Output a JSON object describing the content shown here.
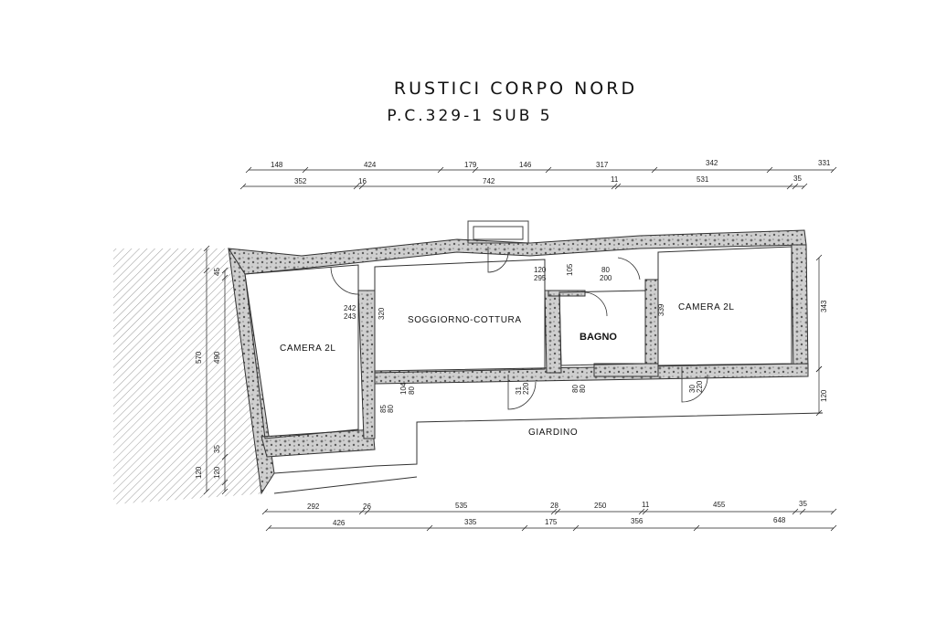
{
  "title": "RUSTICI CORPO NORD",
  "subtitle": "P.C.329-1 SUB 5",
  "rooms": {
    "camera_left": "CAMERA 2L",
    "soggiorno": "SOGGIORNO-COTTURA",
    "bagno": "BAGNO",
    "camera_right": "CAMERA 2L",
    "giardino": "GIARDINO"
  },
  "dims_top_row1": [
    "148",
    "424",
    "179",
    "146",
    "317",
    "342",
    "331"
  ],
  "dims_top_row2": [
    "352",
    "16",
    "742",
    "11",
    "531",
    "35"
  ],
  "dims_bottom_row1": [
    "292",
    "26",
    "535",
    "28",
    "250",
    "11",
    "455",
    "35"
  ],
  "dims_bottom_row2": [
    "426",
    "335",
    "175",
    "356",
    "648"
  ],
  "dims_left": [
    "45",
    "570",
    "490",
    "35",
    "120",
    "120"
  ],
  "dims_interior": {
    "soggiorno_h": "320",
    "door_242": "242",
    "door_243": "243",
    "hall_120": "120",
    "hall_295": "295",
    "hall_105": "105",
    "bagno_80": "80",
    "bagno_200": "200",
    "camera_right_h": "339",
    "right_wall_h": "343",
    "right_wall_120": "120",
    "win_104": "104",
    "win_80a": "80",
    "win_80b": "80",
    "win_85": "85",
    "door_31": "31",
    "door_220": "220",
    "door_80c": "80",
    "door_80d": "80",
    "door_30": "30",
    "door_220b": "220"
  }
}
